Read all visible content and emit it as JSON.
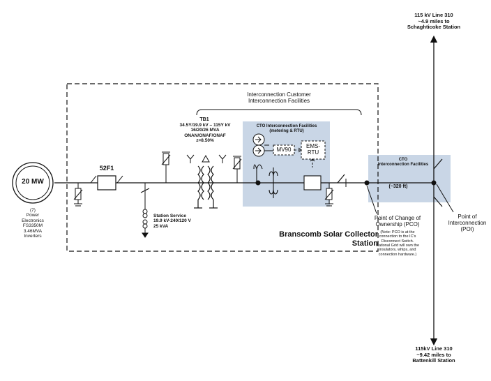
{
  "title": "Branscomb Solar Collector Station",
  "generator": {
    "rating": "20 MW",
    "description": "(7)\nPower\nElectronics\nFS3350M\n3.46MVA\nInverters"
  },
  "breaker": {
    "label": "52F1"
  },
  "transformer": {
    "label": "TB1",
    "specs": "34.5Y/19.9 kV – 115Y kV\n16/20/26 MVA\nONAN/ONAF/ONAF\nz=8.50%"
  },
  "station_service": {
    "text": "Station Service\n19.9 kV-240/120 V\n25 kVA"
  },
  "customer_facilities": {
    "label": "Interconnection Customer\nInterconnection Facilities"
  },
  "cto_metering": {
    "label": "CTO   Interconnection Facilities\n(metering & RTU)",
    "mv90": "MV90",
    "ems_rtu": "EMS-\nRTU"
  },
  "cto_facilities": {
    "label": "CTO\nInterconnection Facilities",
    "distance": "(~320 ft)"
  },
  "pco": {
    "label": "Point of Change of\nOwnership (PCO)",
    "note": "(Note: PCO is at the\nconnection to the IC's\nDisconnect Switch.\nNational Grid will own the\ninsulators, whips, and\nconnection hardware.)"
  },
  "poi": {
    "label": "Point of\nInterconnection\n(POI)"
  },
  "line_north": {
    "label": "115 kV Line 310\n~4.9 miles to\nSchaghticoke Station"
  },
  "line_south": {
    "label": "115kV Line 310\n~9.42 miles to\nBattenkill Station"
  },
  "colors": {
    "shade": "#c9d6e6",
    "line": "#111111"
  }
}
